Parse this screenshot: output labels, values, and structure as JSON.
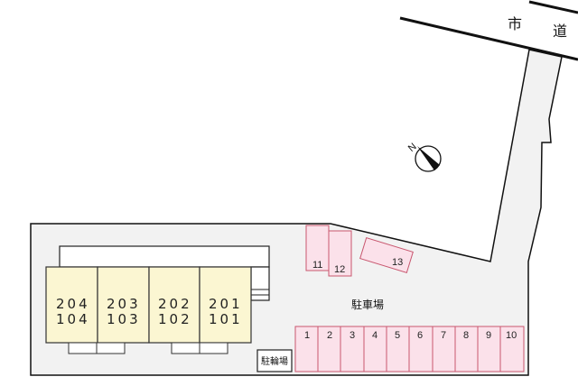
{
  "road": {
    "label_1": "市",
    "label_2": "道"
  },
  "compass": {
    "label": "N",
    "icon": "north-arrow-icon"
  },
  "building": {
    "units": [
      {
        "upper": "204",
        "lower": "104"
      },
      {
        "upper": "203",
        "lower": "103"
      },
      {
        "upper": "202",
        "lower": "102"
      },
      {
        "upper": "201",
        "lower": "101"
      }
    ],
    "unit_color": "#fbf6d2"
  },
  "bicycle_parking": {
    "label": "駐輪場"
  },
  "parking": {
    "label": "駐車場",
    "slot_color": "#fbe1ea",
    "slot_border": "#c8576f",
    "row_slots": [
      "1",
      "2",
      "3",
      "4",
      "5",
      "6",
      "7",
      "8",
      "9",
      "10"
    ],
    "extra_slots": [
      "11",
      "12",
      "13"
    ]
  },
  "colors": {
    "lot_fill": "#f2f2f2",
    "outline": "#111111"
  }
}
